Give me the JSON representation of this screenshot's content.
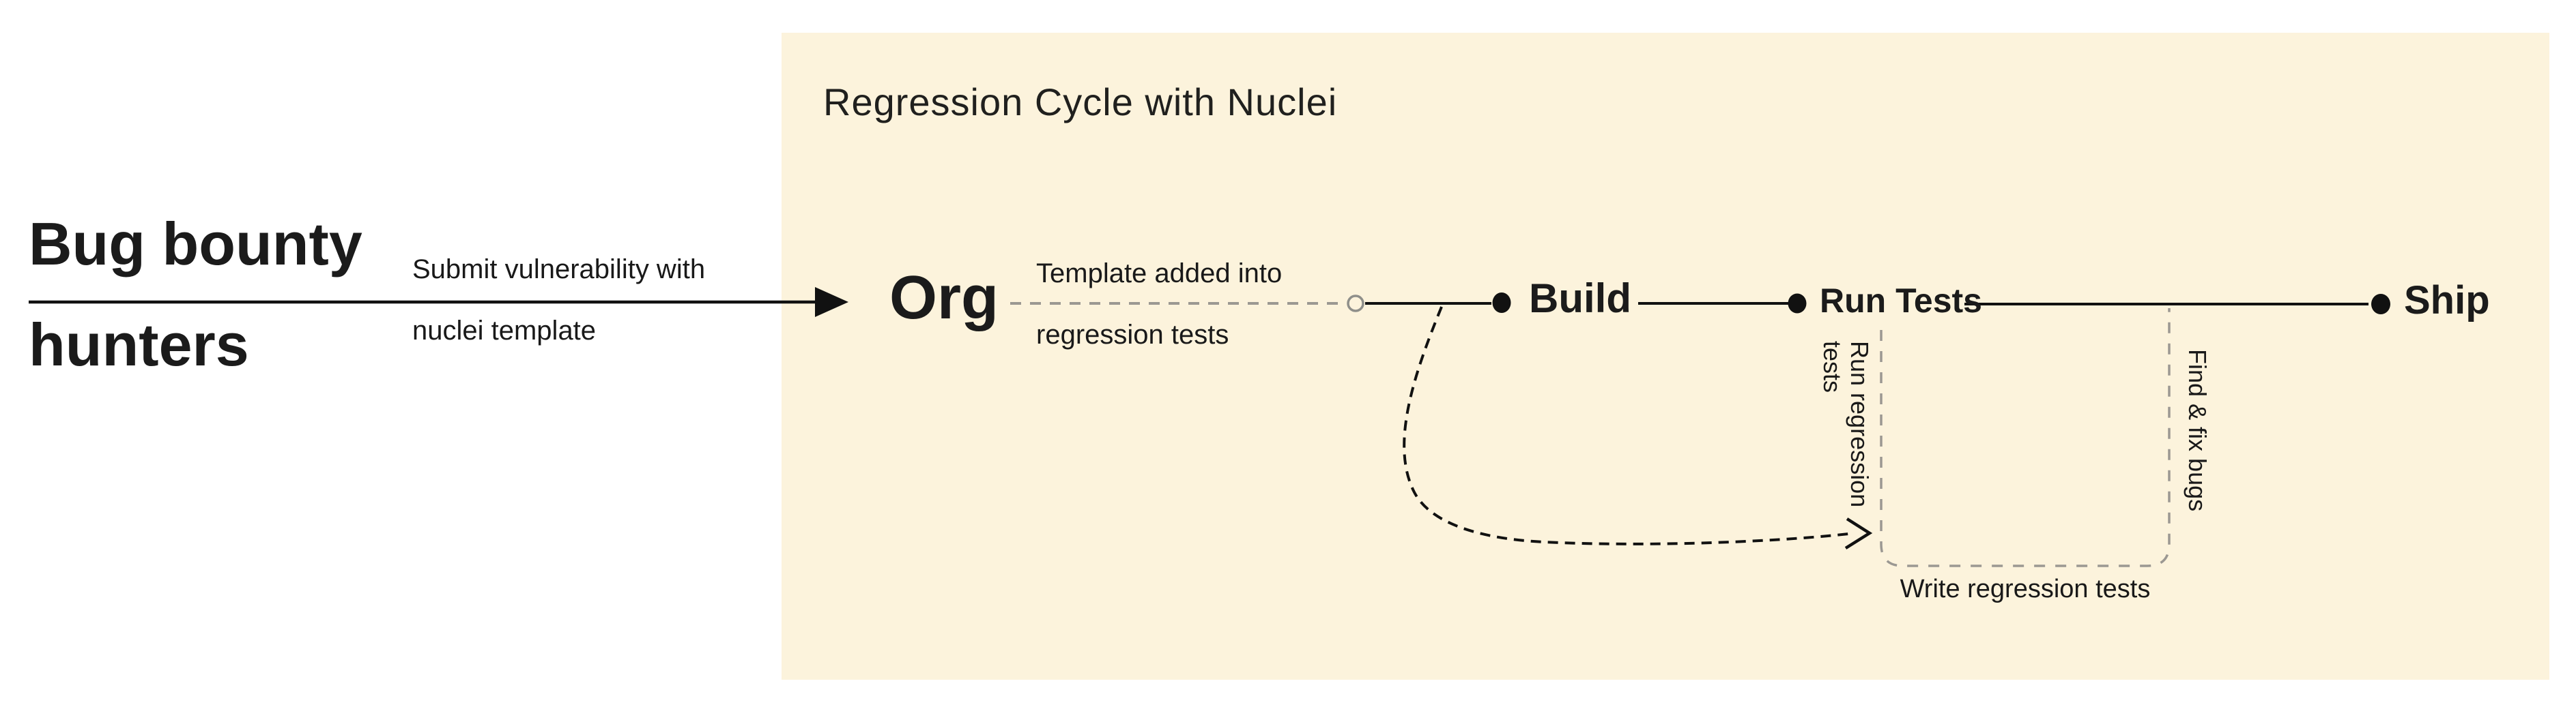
{
  "colors": {
    "page_bg": "#ffffff",
    "panel_bg": "#FCF3DC",
    "ink": "#1b1b1b",
    "muted": "#9b9892"
  },
  "left": {
    "actor_line1": "Bug bounty",
    "actor_line2": "hunters",
    "arrow_label_line1": "Submit vulnerability with",
    "arrow_label_line2": "nuclei template"
  },
  "panel": {
    "title": "Regression Cycle with Nuclei",
    "nodes": {
      "org": "Org",
      "build": "Build",
      "run_tests": "Run Tests",
      "ship": "Ship"
    },
    "labels": {
      "template_line1": "Template added into",
      "template_line2": "regression tests",
      "run_regression_line1": "Run regression",
      "run_regression_line2": "tests",
      "find_fix": "Find & fix bugs",
      "write_regression": "Write regression tests"
    }
  }
}
